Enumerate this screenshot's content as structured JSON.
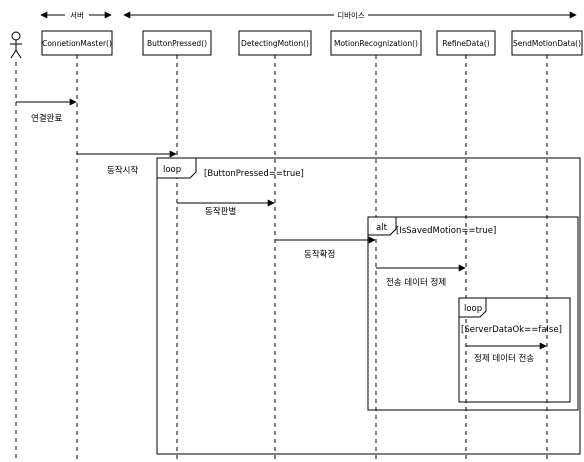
{
  "groups": {
    "server": "서버",
    "device": "디바이스"
  },
  "participants": [
    {
      "label": "ConnetionMaster()"
    },
    {
      "label": "ButtonPressed()"
    },
    {
      "label": "DetectingMotion()"
    },
    {
      "label": "MotionRecognization()"
    },
    {
      "label": "RefineData()"
    },
    {
      "label": "SendMotionData()"
    }
  ],
  "messages": [
    {
      "label": "연결완료"
    },
    {
      "label": "동작시작"
    },
    {
      "label": "동작판별"
    },
    {
      "label": "동작확정"
    },
    {
      "label": "전송 데이터 정제"
    },
    {
      "label": "정제 데이터 전송"
    }
  ],
  "fragments": [
    {
      "kind": "loop",
      "guard": "[ButtonPressed==true]"
    },
    {
      "kind": "alt",
      "guard": "[IsSavedMotion==true]"
    },
    {
      "kind": "loop",
      "guard": "[ServerDataOk==false]"
    }
  ]
}
